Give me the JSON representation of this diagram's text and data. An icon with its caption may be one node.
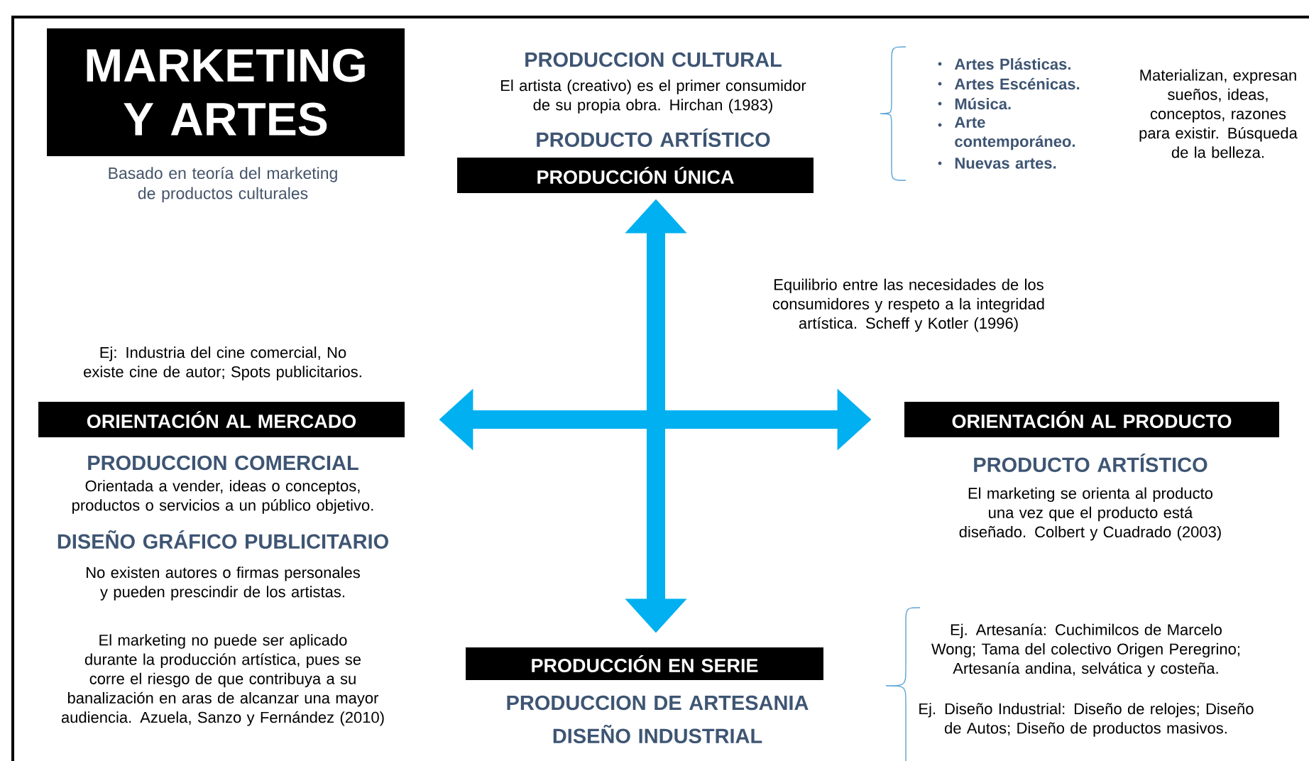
{
  "diagram": {
    "nodes": [
      {
        "text": [
          "MARKETING Y ARTES"
        ],
        "beside": [
          "Basado en teoría del marketing de productos culturales"
        ]
      },
      {
        "text": [
          "PRODUCCIÓN ÚNICA"
        ],
        "beside": [
          "PRODUCCION CULTURAL",
          "El artista (creativo) es el primer consumidor de su propia obra. Hirchan (1983)",
          "PRODUCTO ARTÍSTICO"
        ]
      },
      {
        "text": [
          "ORIENTACIÓN AL MERCADO"
        ],
        "beside": [
          "Ej: Industria del cine comercial, No existe cine de autor; Spots publicitarios.",
          "PRODUCCION COMERCIAL",
          "Orientada a vender, ideas o conceptos, productos o servicios a un público objetivo.",
          "DISEÑO GRÁFICO PUBLICITARIO",
          "No existen autores o firmas personales y pueden prescindir de los artistas.",
          "El marketing no puede ser aplicado durante la producción artística, pues se corre el riesgo de que contribuya a su banalización en aras de alcanzar una mayor audiencia. Azuela, Sanzo y Fernández (2010)"
        ]
      },
      {
        "text": [
          "ORIENTACIÓN AL PRODUCTO"
        ],
        "beside": [
          "PRODUCTO ARTÍSTICO",
          "El marketing se orienta al producto una vez que el producto está diseñado. Colbert y Cuadrado (2003)"
        ]
      },
      {
        "text": [
          "PRODUCCIÓN EN SERIE"
        ],
        "beside": [
          "PRODUCCION DE ARTESANIA",
          "DISEÑO INDUSTRIAL"
        ]
      }
    ],
    "edges": [
      {
        "from": 1,
        "to": 4,
        "arrow": "both"
      },
      {
        "from": 2,
        "to": 3,
        "arrow": "both"
      }
    ],
    "labels": [
      "Artes Plásticas.",
      "Artes Escénicas.",
      "Música.",
      "Arte contemporáneo.",
      "Nuevas artes.",
      "Materializan, expresan sueños, ideas, conceptos, razones para existir. Búsqueda de la belleza.",
      "Equilibrio entre las necesidades de los consumidores y respeto a la integridad artística. Scheff y Kotler (1996)",
      "Ej. Artesanía: Cuchimilcos de Marcelo Wong; Tama del colectivo Origen Peregrino; Artesanía andina, selvática y costeña.",
      "Ej. Diseño Industrial: Diseño de relojes; Diseño de Autos; Diseño de productos masivos."
    ]
  }
}
